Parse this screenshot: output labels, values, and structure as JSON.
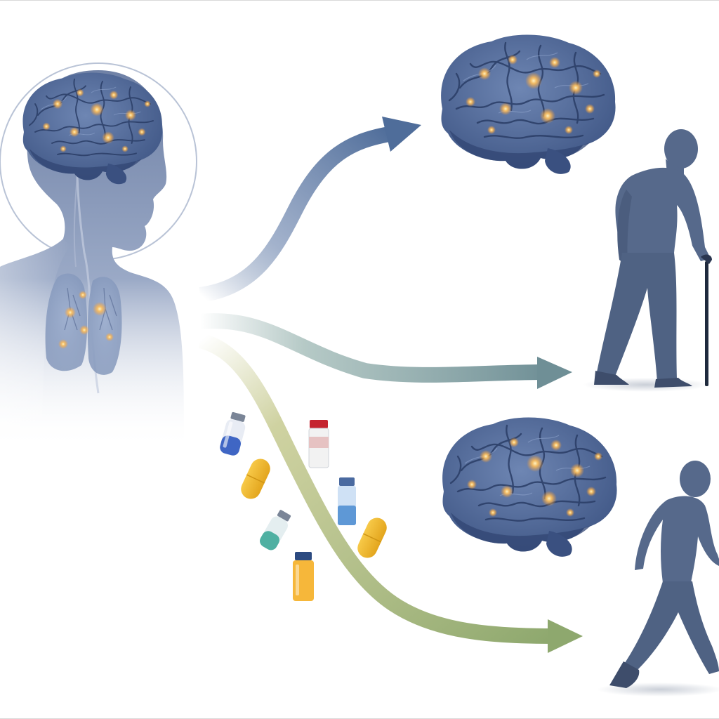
{
  "diagram": {
    "text": [],
    "elements": {
      "source_figure": {
        "icon": "human-bust-with-brain-and-lungs-icon"
      },
      "paths": [
        {
          "id": "upper",
          "icon": "curved-arrow-up-icon",
          "color": "#4f6d9a",
          "target": "brain-with-glowing-spots-icon"
        },
        {
          "id": "middle",
          "icon": "arrow-right-icon",
          "color": "#7e9a9c",
          "target": "elderly-person-with-cane-icon"
        },
        {
          "id": "lower",
          "icon": "s-curve-arrow-down-icon",
          "color": "#95a86d",
          "target": "walking-person-icon"
        }
      ],
      "medications": [
        "vial-blue-icon",
        "vial-red-cap-icon",
        "pill-yellow-icon",
        "vial-light-blue-icon",
        "vial-teal-icon",
        "pill-yellow-icon",
        "vial-orange-icon"
      ],
      "outcomes": [
        {
          "brain": "brain-with-glowing-spots-icon",
          "person": "elderly-person-with-cane-icon"
        },
        {
          "brain": "brain-with-glowing-spots-icon",
          "person": "walking-person-icon"
        }
      ]
    },
    "colors": {
      "figure": "#5a6f96",
      "brain": "#4c648f",
      "glow": "#ffb347",
      "arrow_upper": "#4f6d9a",
      "arrow_middle": "#7e9a9c",
      "arrow_lower": "#95a86d"
    }
  }
}
